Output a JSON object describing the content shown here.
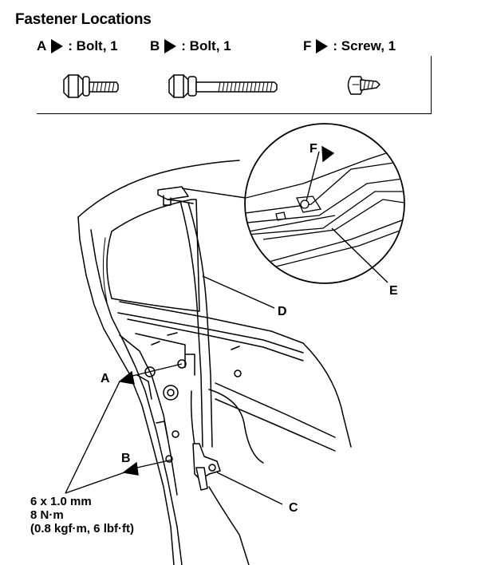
{
  "title": "Fastener Locations",
  "legend": [
    {
      "letter": "A",
      "text": ": Bolt, 1"
    },
    {
      "letter": "B",
      "text": ": Bolt, 1"
    },
    {
      "letter": "F",
      "text": ": Screw, 1"
    }
  ],
  "callouts": {
    "a": "A",
    "b": "B",
    "c": "C",
    "d": "D",
    "e": "E",
    "f": "F"
  },
  "spec": {
    "size": "6 x 1.0 mm",
    "torque": "8 N·m",
    "alt": "(0.8 kgf·m, 6 lbf·ft)"
  },
  "icons": {
    "bolt_short": "short-flange-bolt-icon",
    "bolt_long": "long-flange-bolt-icon",
    "screw": "pan-head-screw-icon"
  }
}
